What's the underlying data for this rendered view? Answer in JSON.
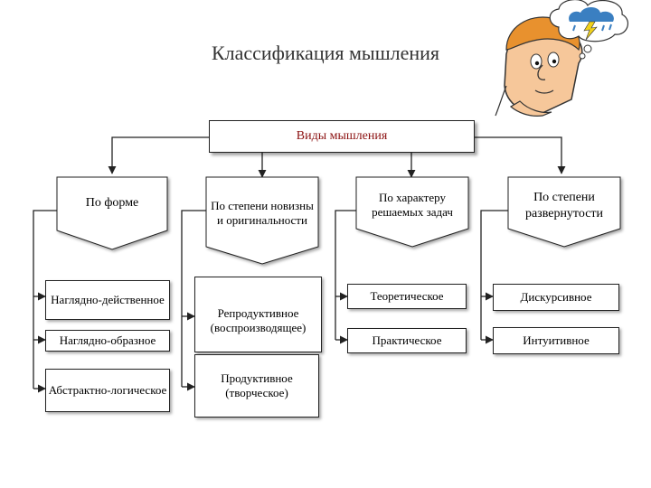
{
  "title": "Классификация мышления",
  "root": "Виды мышления",
  "categories": [
    "По форме",
    "По степени новизны и оригинальности",
    "По характеру решаемых задач",
    "По степени развернутости"
  ],
  "form_items": [
    "Наглядно-действенное",
    "Наглядно-образное",
    "Абстрактно-логическое"
  ],
  "novelty_items": [
    "Репродуктивное (воспроизводящее)",
    "Продуктивное (творческое)"
  ],
  "task_items": [
    "Теоретическое",
    "Практическое"
  ],
  "expansion_items": [
    "Дискурсивное",
    "Интуитивное"
  ],
  "colors": {
    "root_text": "#8b1010",
    "line": "#222222",
    "cloud": "#3a7fc1",
    "lightning": "#f2d21b"
  },
  "icons": [
    "thinking-man-illustration",
    "storm-cloud-icon"
  ]
}
